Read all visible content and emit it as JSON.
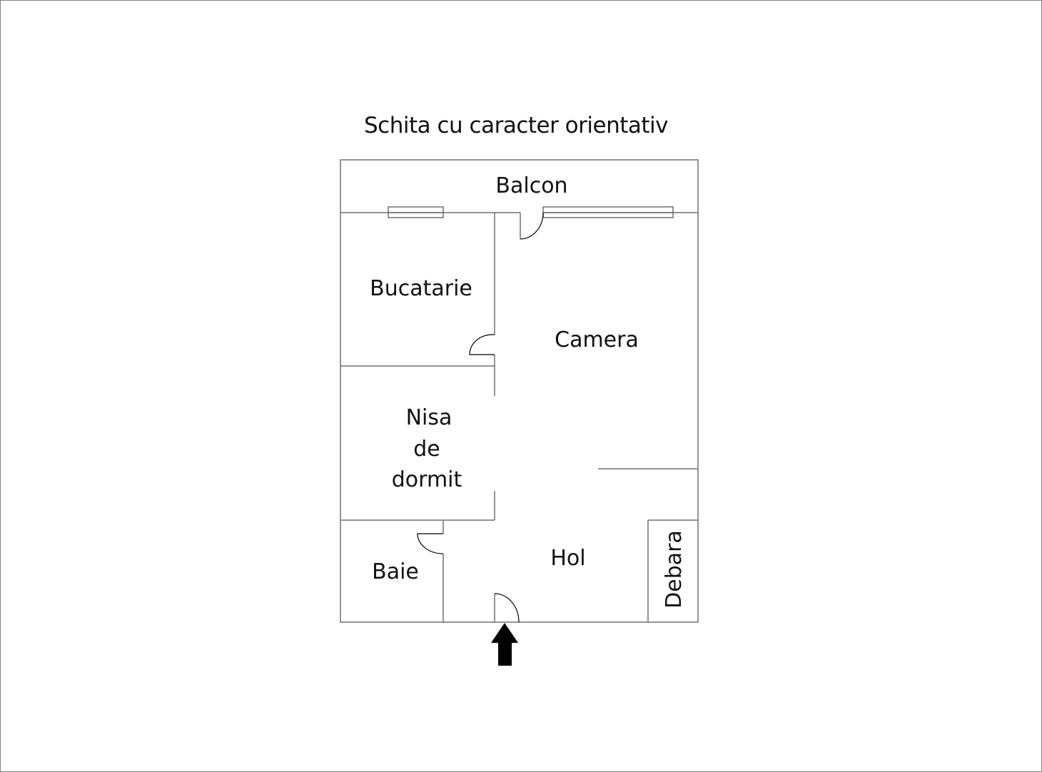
{
  "title": "Schita cu caracter orientativ",
  "rooms": {
    "balcon": "Balcon",
    "bucatarie": "Bucatarie",
    "camera": "Camera",
    "nisa_line1": "Nisa",
    "nisa_line2": "de",
    "nisa_line3": "dormit",
    "baie": "Baie",
    "hol": "Hol",
    "debara": "Debara"
  },
  "colors": {
    "wall": "#707070",
    "text": "#111111",
    "arrow": "#000000"
  }
}
